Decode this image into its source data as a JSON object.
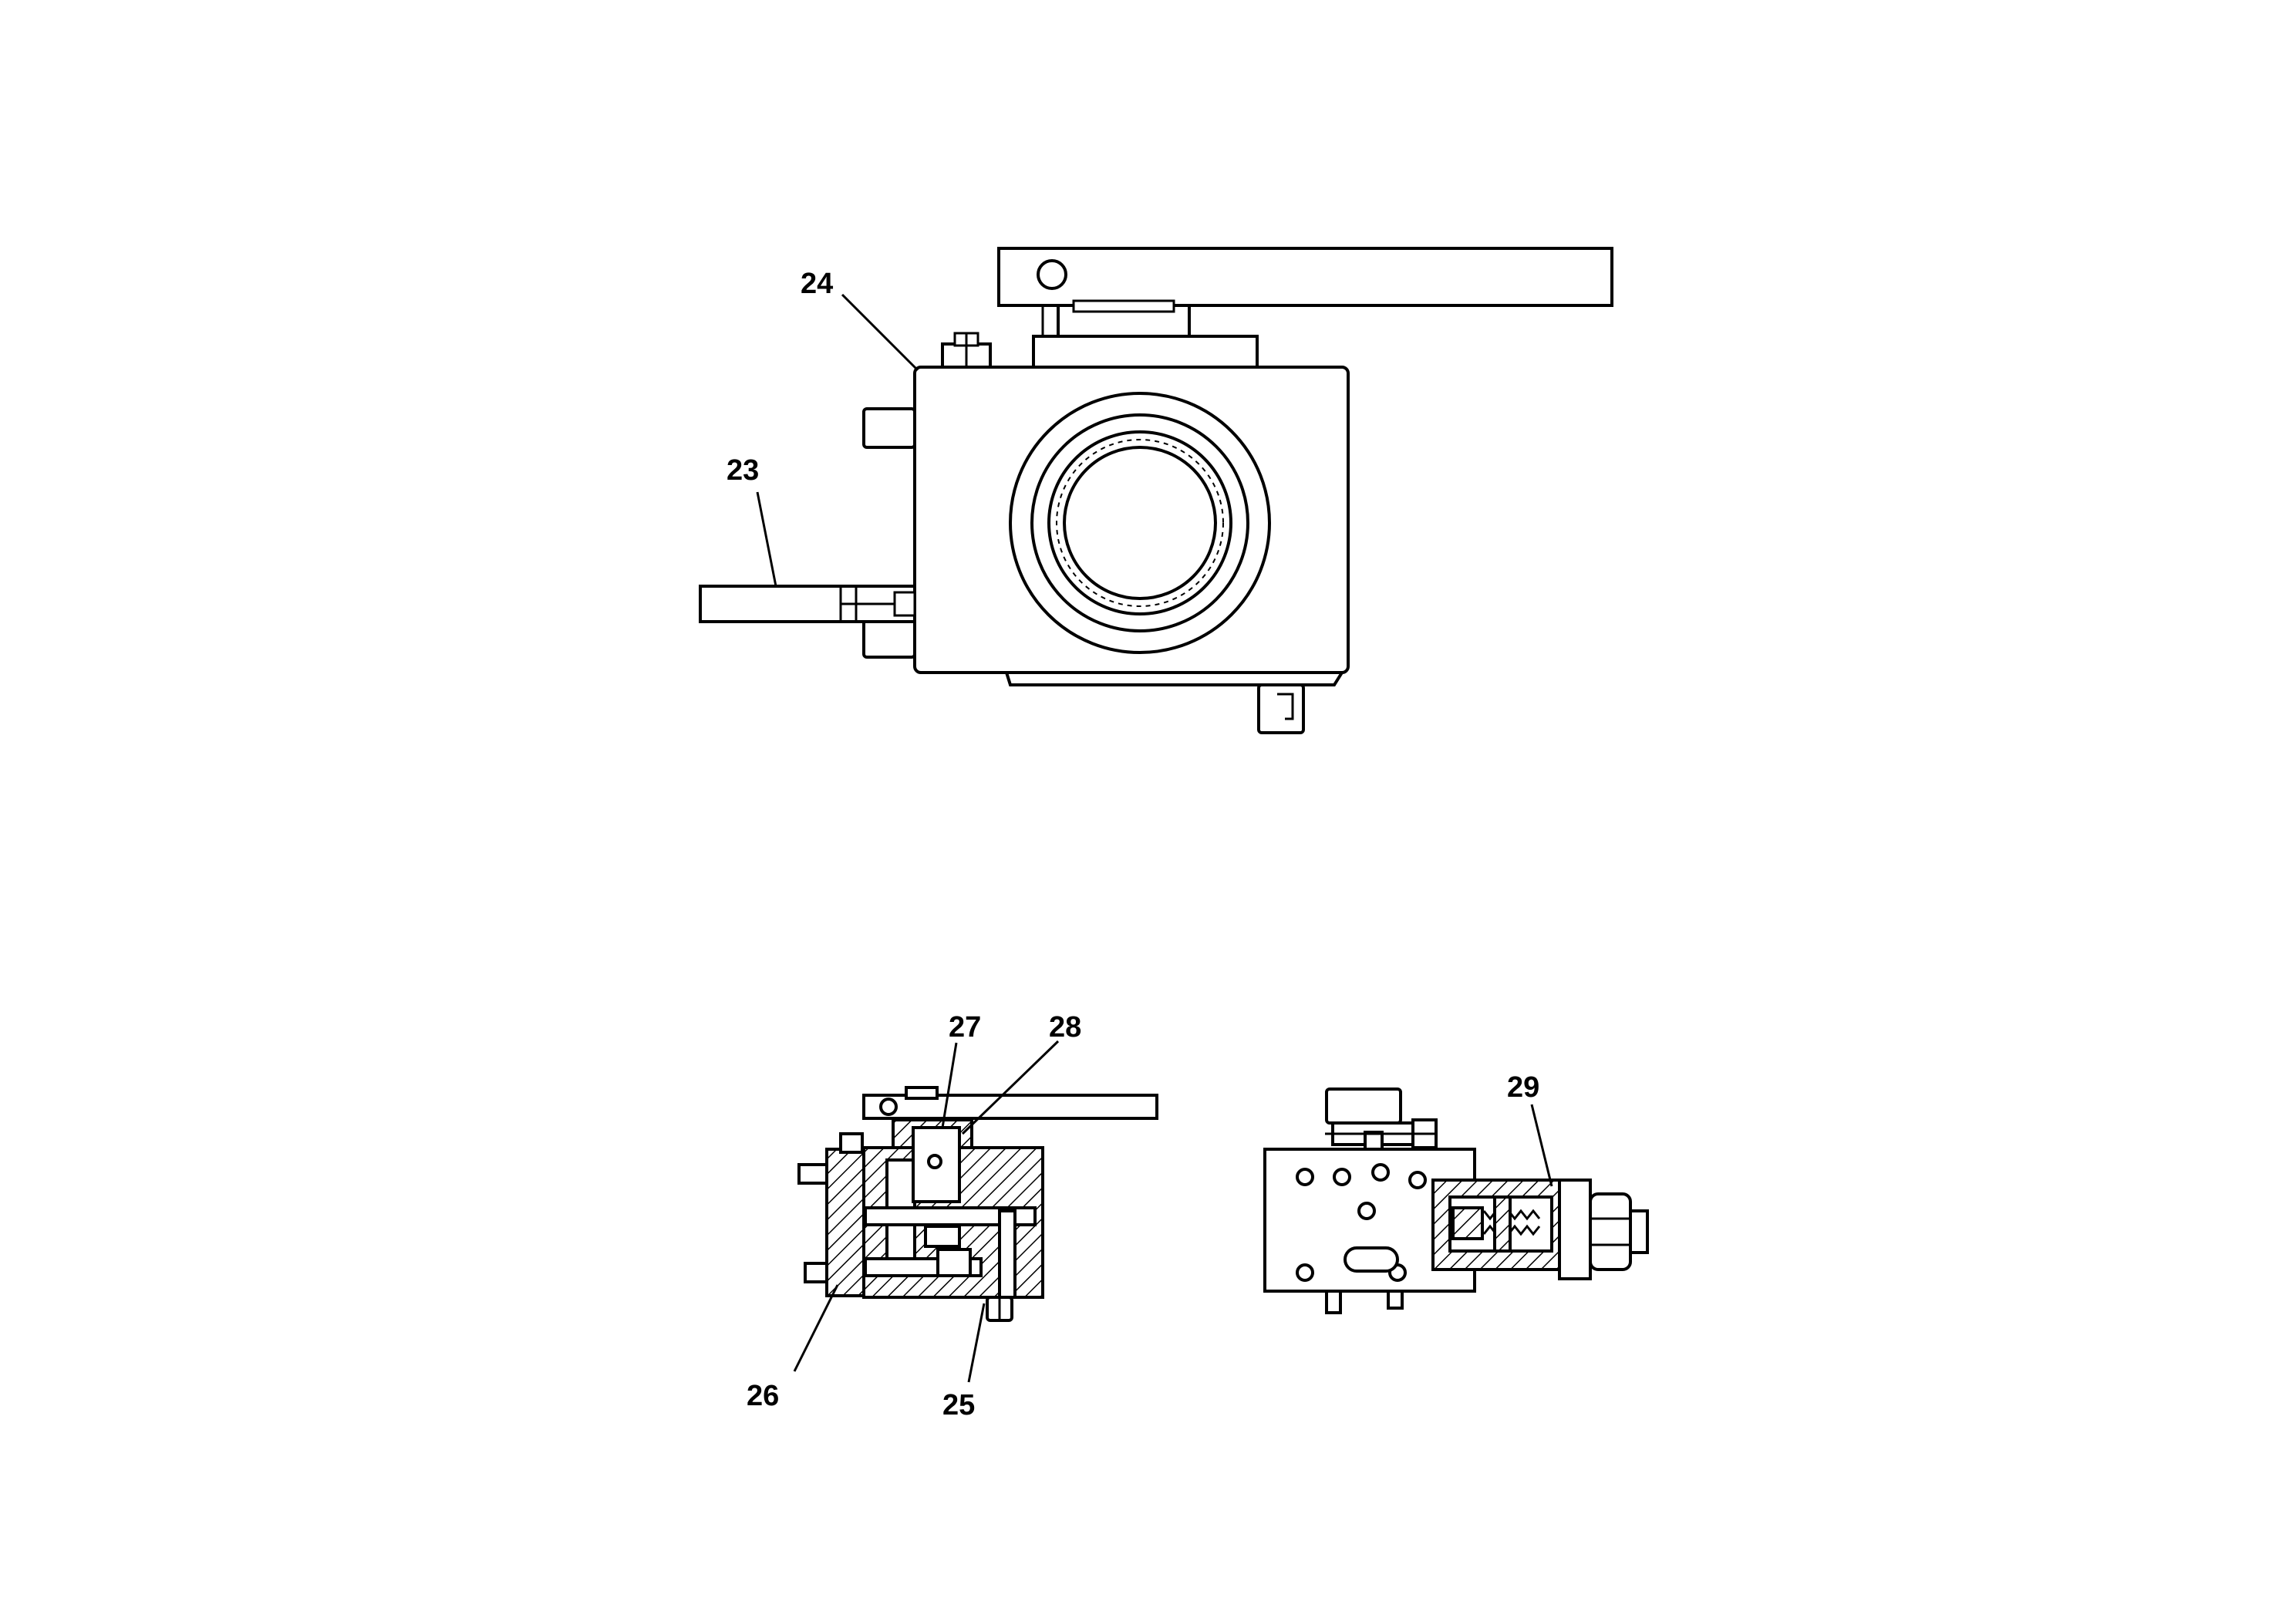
{
  "colors": {
    "ink": "#000000",
    "paper": "#ffffff"
  },
  "callouts": {
    "c23": "23",
    "c24": "24",
    "c25": "25",
    "c26": "26",
    "c27": "27",
    "c28": "28",
    "c29": "29"
  }
}
